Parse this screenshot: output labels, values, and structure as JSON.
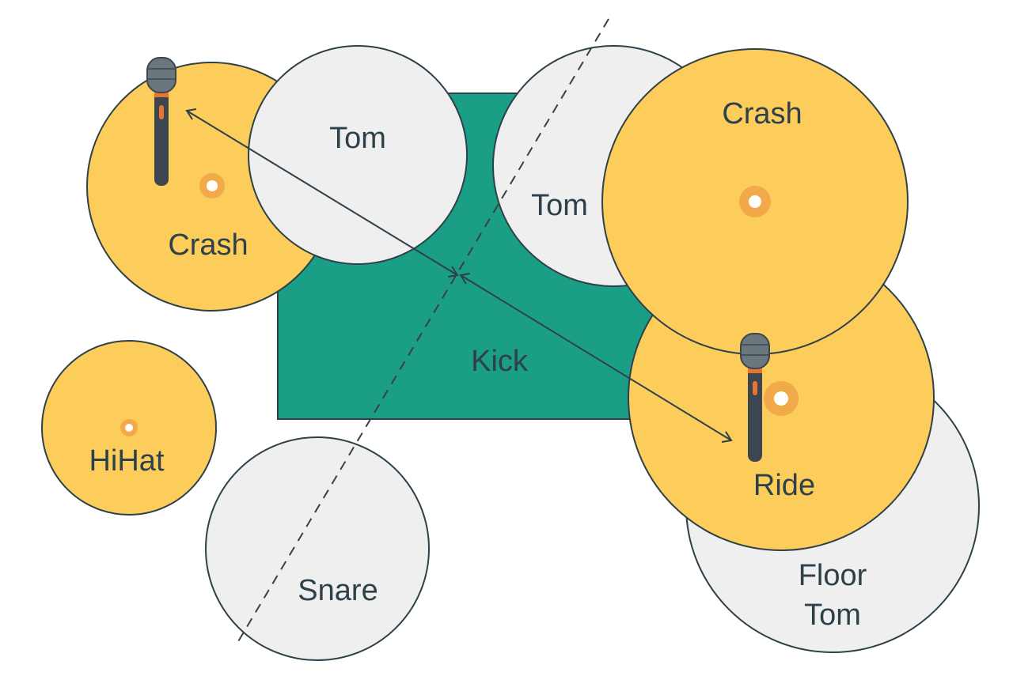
{
  "labels": {
    "crash_left": "Crash",
    "tom_left": "Tom",
    "tom_right": "Tom",
    "crash_right": "Crash",
    "kick": "Kick",
    "hihat": "HiHat",
    "snare": "Snare",
    "ride": "Ride",
    "floor_tom_line1": "Floor",
    "floor_tom_line2": "Tom"
  },
  "colors": {
    "cymbal": "#fdcd5b",
    "shell_drum": "#efefef",
    "kick": "#1a9e86",
    "outline": "#2e4049",
    "cymbal_bell": "#f2a94a",
    "mic_body": "#3b4650",
    "mic_band": "#e8742e"
  },
  "icons": {
    "overhead_mic_left": "microphone-icon",
    "overhead_mic_right": "microphone-icon"
  }
}
